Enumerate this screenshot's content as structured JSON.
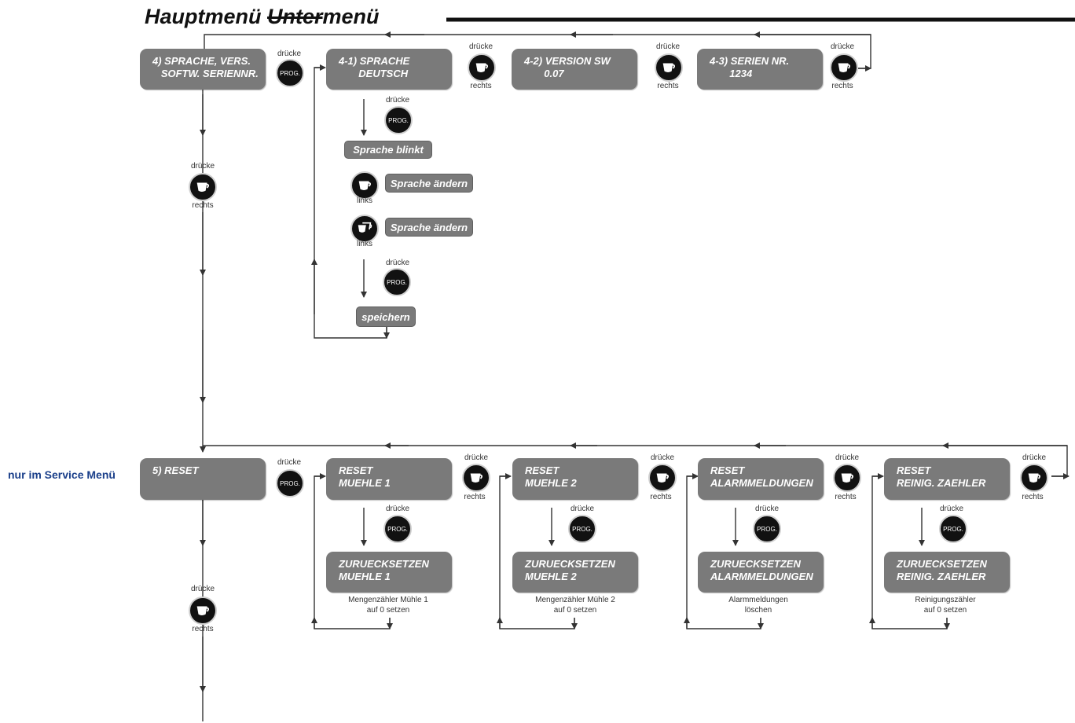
{
  "title": {
    "main": "Hauptmenü ",
    "struck": "Unter",
    "rest": "menü"
  },
  "side_note": "nur im Service Menü",
  "button_labels": {
    "press": "drücke",
    "right": "rechts",
    "left": "links",
    "prog": "PROG."
  },
  "boxes": {
    "sprache_main": "4) SPRACHE, VERS.\n   SOFTW. SERIENNR.",
    "sprache_deutsch": "4-1) SPRACHE\n       DEUTSCH",
    "version_sw": "4-2) VERSION SW\n       0.07",
    "serien_nr": "4-3) SERIEN NR.\n       1234",
    "reset_main": "5) RESET",
    "reset_muehle1": "RESET\nMUEHLE 1",
    "reset_muehle2": "RESET\nMUEHLE 2",
    "reset_alarm": "RESET\nALARMMELDUNGEN",
    "reset_reinig": "RESET\nREINIG. ZAEHLER",
    "zurueck_muehle1": "ZURUECKSETZEN\nMUEHLE 1",
    "zurueck_muehle2": "ZURUECKSETZEN\nMUEHLE 2",
    "zurueck_alarm": "ZURUECKSETZEN\nALARMMELDUNGEN",
    "zurueck_reinig": "ZURUECKSETZEN\nREINIG. ZAEHLER"
  },
  "pills": {
    "sprache_blinkt": "Sprache blinkt",
    "sprache_aendern_1": "Sprache ändern",
    "sprache_aendern_2": "Sprache ändern",
    "speichern": "speichern"
  },
  "captions": {
    "muehle1": "Mengenzähler Mühle 1\nauf 0 setzen",
    "muehle2": "Mengenzähler Mühle 2\nauf 0 setzen",
    "alarm": "Alarmmeldungen\nlöschen",
    "reinig": "Reinigungszähler\nauf 0 setzen"
  },
  "icons": {
    "prog_button": "prog-button-icon",
    "cup_button": "cup-icon",
    "cups_button": "double-cup-icon"
  },
  "colors": {
    "box_fill": "#7a7a7a",
    "button_fill": "#111111",
    "line": "#333333",
    "side_note": "#1a3f8a"
  }
}
